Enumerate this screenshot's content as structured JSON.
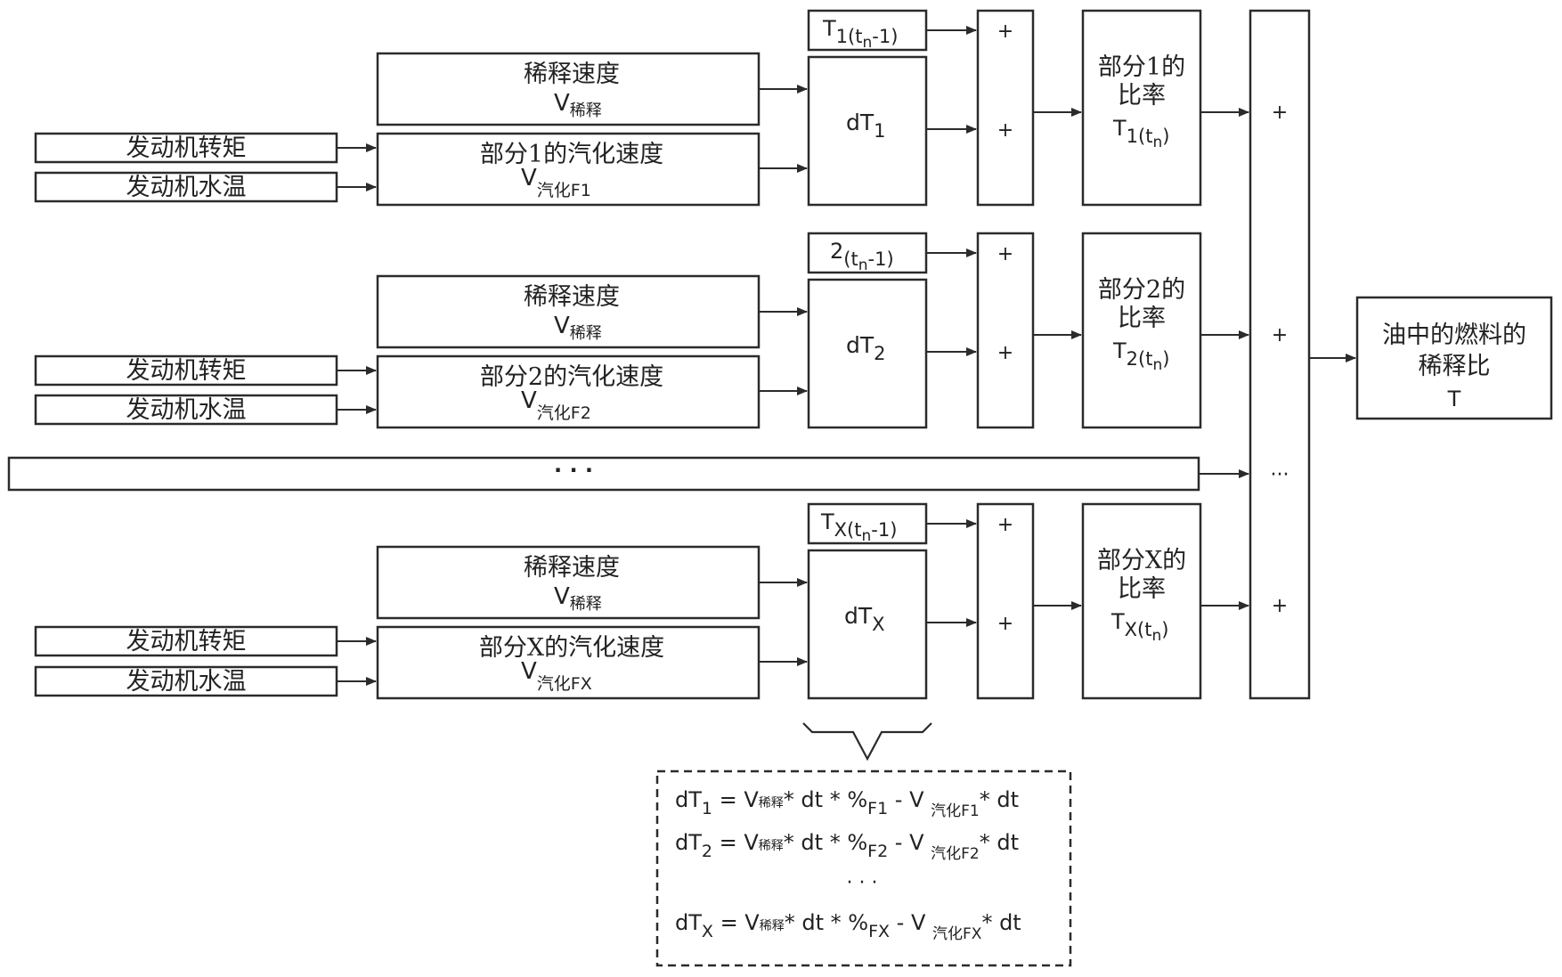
{
  "colors": {
    "stroke": "#2b2b2b",
    "text": "#222222",
    "background": "#ffffff"
  },
  "rows": [
    {
      "engine_torque": "发动机转矩",
      "engine_water_temp": "发动机水温",
      "dilution_speed": {
        "title": "稀释速度",
        "var": "V",
        "sub": "稀释"
      },
      "vaporization_speed": {
        "title": "部分1的汽化速度",
        "var": "V",
        "sub": "汽化F1"
      },
      "prev_ratio": {
        "base": "T",
        "sub": "1(t",
        "subsub": "n",
        "tail": "-1)"
      },
      "delta": {
        "base": "dT",
        "sub": "1"
      },
      "plus_top": "+",
      "plus_bottom": "+",
      "ratio": {
        "line1": "部分1的",
        "line2": "比率",
        "base": "T",
        "sub": "1(t",
        "subsub": "n",
        "tail": ")"
      },
      "sum_plus": "+"
    },
    {
      "engine_torque": "发动机转矩",
      "engine_water_temp": "发动机水温",
      "dilution_speed": {
        "title": "稀释速度",
        "var": "V",
        "sub": "稀释"
      },
      "vaporization_speed": {
        "title": "部分2的汽化速度",
        "var": "V",
        "sub": "汽化F2"
      },
      "prev_ratio": {
        "base": "2",
        "sub": "(t",
        "subsub": "n",
        "tail": "-1)"
      },
      "delta": {
        "base": "dT",
        "sub": "2"
      },
      "plus_top": "+",
      "plus_bottom": "+",
      "ratio": {
        "line1": "部分2的",
        "line2": "比率",
        "base": "T",
        "sub": "2(t",
        "subsub": "n",
        "tail": ")"
      },
      "sum_plus": "+"
    },
    {
      "engine_torque": "发动机转矩",
      "engine_water_temp": "发动机水温",
      "dilution_speed": {
        "title": "稀释速度",
        "var": "V",
        "sub": "稀释"
      },
      "vaporization_speed": {
        "title": "部分X的汽化速度",
        "var": "V",
        "sub": "汽化FX"
      },
      "prev_ratio": {
        "base": "T",
        "sub": "X(t",
        "subsub": "n",
        "tail": "-1)"
      },
      "delta": {
        "base": "dT",
        "sub": "X"
      },
      "plus_top": "+",
      "plus_bottom": "+",
      "ratio": {
        "line1": "部分X的",
        "line2": "比率",
        "base": "T",
        "sub": "X(t",
        "subsub": "n",
        "tail": ")"
      },
      "sum_plus": "+"
    }
  ],
  "ellipsis_row": {
    "dots": "· · ·",
    "sum_dots": "···"
  },
  "output": {
    "line1": "油中的燃料的",
    "line2": "稀释比",
    "line3": "T"
  },
  "formulas": [
    {
      "lhs": "dT",
      "lhs_sub": "1",
      "eq": " = V",
      "v1_sub": "稀释",
      "mid": "* dt * %",
      "f_sub": "F1",
      "minus": " - V ",
      "v2_sub": "汽化F1",
      "tail": "* dt"
    },
    {
      "lhs": "dT",
      "lhs_sub": "2",
      "eq": " = V",
      "v1_sub": "稀释",
      "mid": "* dt * %",
      "f_sub": "F2",
      "minus": " - V ",
      "v2_sub": "汽化F2",
      "tail": "* dt"
    },
    {
      "lhs": "dT",
      "lhs_sub": "X",
      "eq": " = V",
      "v1_sub": "稀释",
      "mid": "* dt * %",
      "f_sub": "FX",
      "minus": " - V ",
      "v2_sub": "汽化FX",
      "tail": "* dt"
    }
  ],
  "formula_dots": "· · ·"
}
